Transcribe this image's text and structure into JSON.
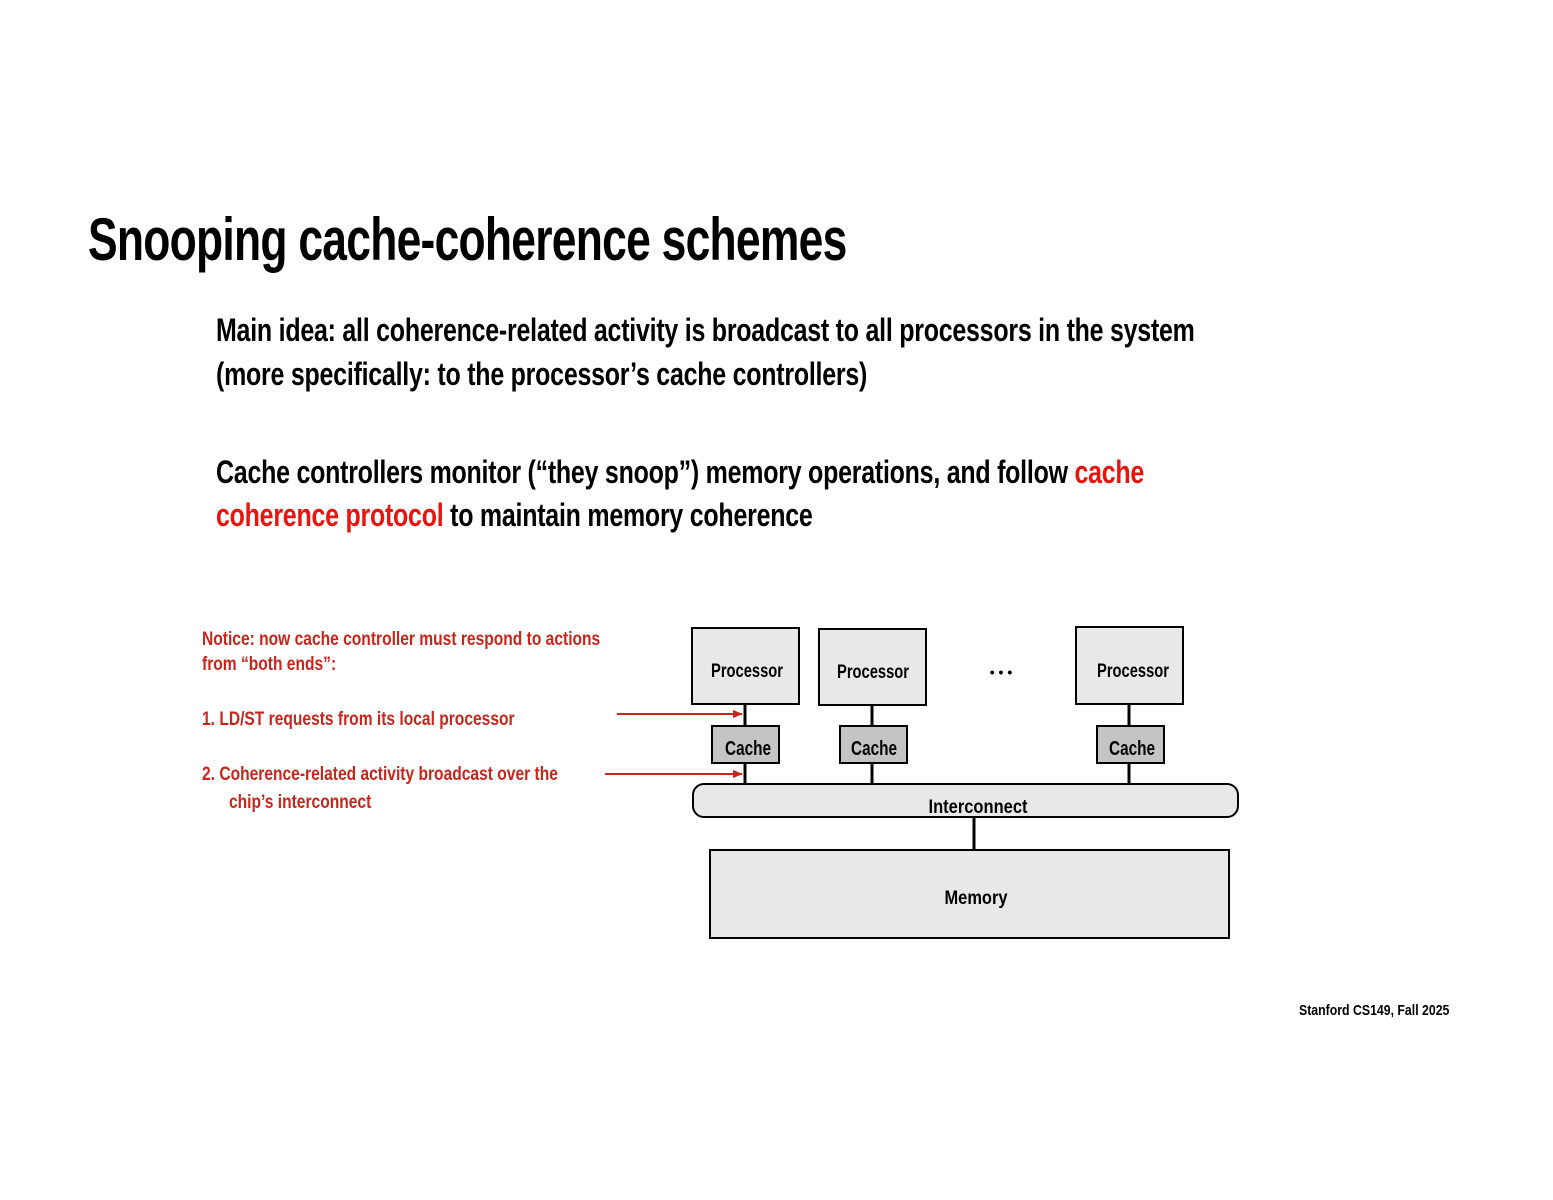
{
  "slide": {
    "title": "Snooping cache-coherence schemes",
    "main_idea_line1": "Main idea: all coherence-related activity is broadcast to all processors in the system",
    "main_idea_line2": "(more specifically: to the processor’s cache controllers)",
    "snoop_line1_text": "Cache controllers monitor (“they snoop”) memory operations, and follow ",
    "snoop_line1_highlight": "cache",
    "snoop_line2_highlight": "coherence protocol",
    "snoop_line2_text": " to maintain memory coherence",
    "footer": "Stanford CS149, Fall 2025"
  },
  "note": {
    "line1": "Notice: now cache controller must respond to actions",
    "line2": "from “both ends”:",
    "item1": "1.   LD/ST requests from its local processor",
    "item2": "2.   Coherence-related activity broadcast  over the",
    "item2_cont": "chip’s interconnect"
  },
  "diagram": {
    "processor_label": "Processor",
    "cache_label": "Cache",
    "ellipsis": "• • •",
    "interconnect_label": "Interconnect",
    "memory_label": "Memory"
  },
  "colors": {
    "highlight_red": "#e8150f",
    "note_red": "#c8261c",
    "box_light": "#e8e8e8",
    "box_cache": "#c4c4c4"
  }
}
